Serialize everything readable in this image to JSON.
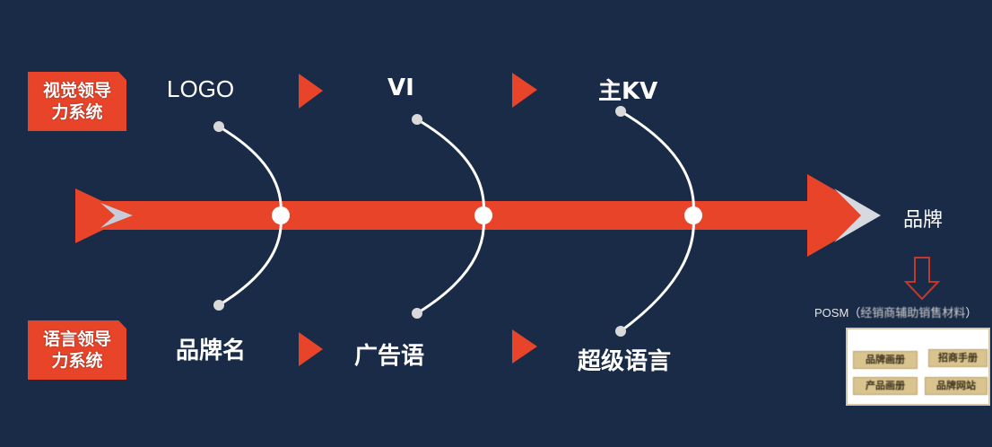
{
  "colors": {
    "background": "#1a2b47",
    "accent": "#e8442a",
    "line": "#ffffff",
    "node_end": "#d9d9d9",
    "posm_item_bg": "#d9c48f"
  },
  "side_tags": {
    "visual": {
      "line1": "视觉领导",
      "line2": "力系统"
    },
    "language": {
      "line1": "语言领导",
      "line2": "力系统"
    }
  },
  "top_row": {
    "items": [
      {
        "label": "LOGO"
      },
      {
        "label": "VI"
      },
      {
        "label": "主KV"
      }
    ]
  },
  "bottom_row": {
    "items": [
      {
        "label": "品牌名"
      },
      {
        "label": "广告语"
      },
      {
        "label": "超级语言"
      }
    ]
  },
  "flow_arrows": {
    "icon": "triangle-right-icon",
    "count": 4
  },
  "main_arrow": {
    "target_label": "品牌",
    "icon": "arrow-right-icon"
  },
  "posm": {
    "down_arrow_icon": "arrow-down-outline-icon",
    "label_prefix": "POSM（",
    "label_detail": "经销商辅助销售材料",
    "label_suffix": "）",
    "items": [
      {
        "label": "品牌画册"
      },
      {
        "label": "招商手册"
      },
      {
        "label": "产品画册"
      },
      {
        "label": "品牌网站"
      }
    ]
  }
}
